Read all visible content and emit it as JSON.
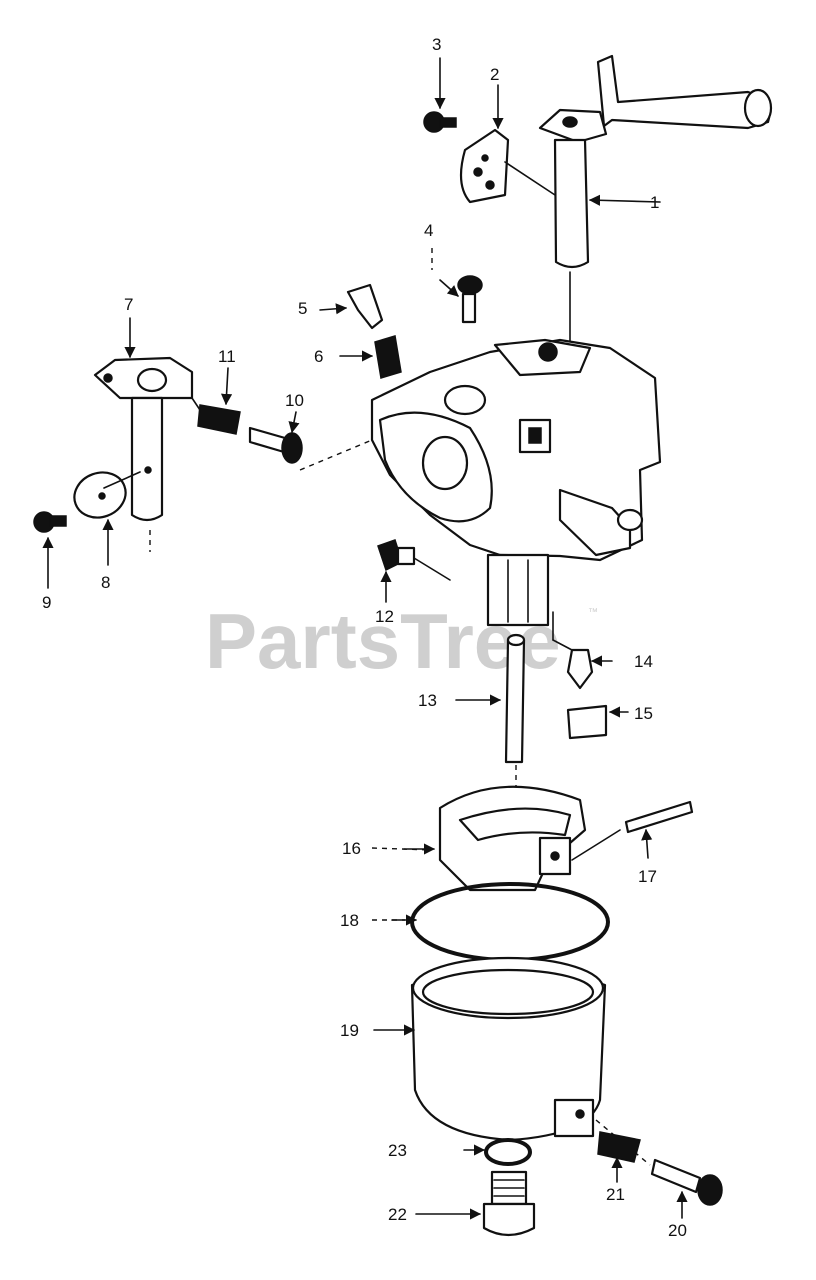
{
  "watermark": {
    "text": "PartsTree",
    "trademark": "™"
  },
  "callouts": [
    {
      "id": "1",
      "label": "1"
    },
    {
      "id": "2",
      "label": "2"
    },
    {
      "id": "3",
      "label": "3"
    },
    {
      "id": "4",
      "label": "4"
    },
    {
      "id": "5",
      "label": "5"
    },
    {
      "id": "6",
      "label": "6"
    },
    {
      "id": "7",
      "label": "7"
    },
    {
      "id": "8",
      "label": "8"
    },
    {
      "id": "9",
      "label": "9"
    },
    {
      "id": "10",
      "label": "10"
    },
    {
      "id": "11",
      "label": "11"
    },
    {
      "id": "12",
      "label": "12"
    },
    {
      "id": "13",
      "label": "13"
    },
    {
      "id": "14",
      "label": "14"
    },
    {
      "id": "15",
      "label": "15"
    },
    {
      "id": "16",
      "label": "16"
    },
    {
      "id": "17",
      "label": "17"
    },
    {
      "id": "18",
      "label": "18"
    },
    {
      "id": "19",
      "label": "19"
    },
    {
      "id": "20",
      "label": "20"
    },
    {
      "id": "21",
      "label": "21"
    },
    {
      "id": "22",
      "label": "22"
    },
    {
      "id": "23",
      "label": "23"
    }
  ]
}
